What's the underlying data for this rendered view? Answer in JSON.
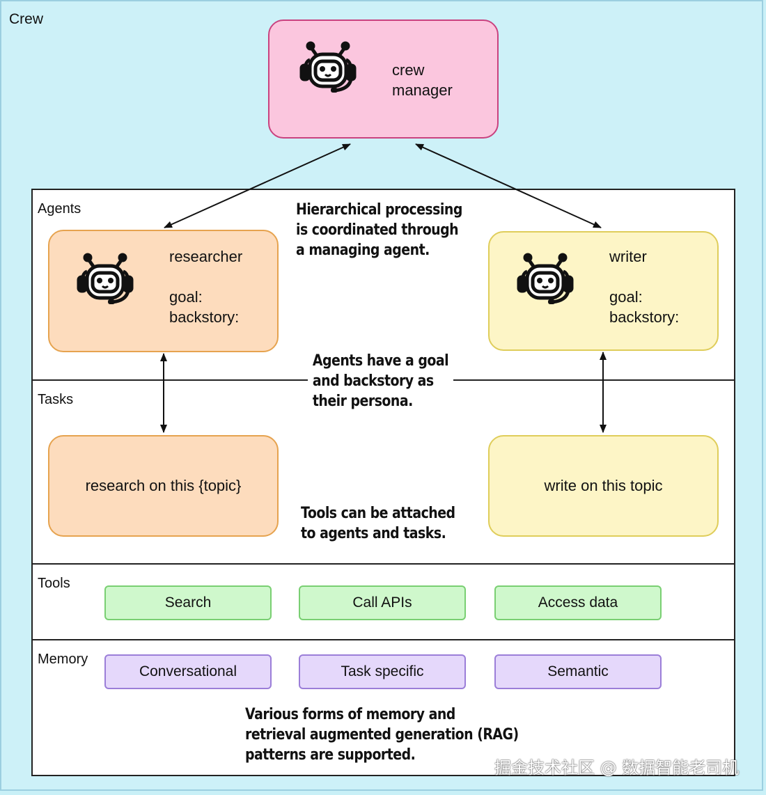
{
  "crew": {
    "label": "Crew",
    "manager": {
      "name": "crew\nmanager",
      "icon": "robot-headset-icon"
    }
  },
  "sections": {
    "agents": "Agents",
    "tasks": "Tasks",
    "tools": "Tools",
    "memory": "Memory"
  },
  "agents": [
    {
      "text": "researcher\n\ngoal:\nbackstory:",
      "icon": "robot-headset-icon"
    },
    {
      "text": "writer\n\ngoal:\nbackstory:",
      "icon": "robot-headset-icon"
    }
  ],
  "tasks": [
    {
      "text": "research on this {topic}"
    },
    {
      "text": "write on this topic"
    }
  ],
  "tools": [
    "Search",
    "Call APIs",
    "Access data"
  ],
  "memory": [
    "Conversational",
    "Task specific",
    "Semantic"
  ],
  "notes": {
    "hierarchical": "Hierarchical processing\nis coordinated through\na managing agent.",
    "persona": "Agents have a goal\nand backstory as\ntheir persona.",
    "tools": "Tools can be attached\nto agents and tasks.",
    "memory": "Various forms of memory and\nretrieval augmented generation (RAG)\npatterns are supported."
  },
  "watermark": "掘金技术社区 @ 数据智能老司机",
  "colors": {
    "background": "#cdf1f8",
    "manager_fill": "#fbc6de",
    "researcher_fill": "#fddcbd",
    "writer_fill": "#fdf5c6",
    "tool_fill": "#cff8cc",
    "memory_fill": "#e5d8fb"
  }
}
